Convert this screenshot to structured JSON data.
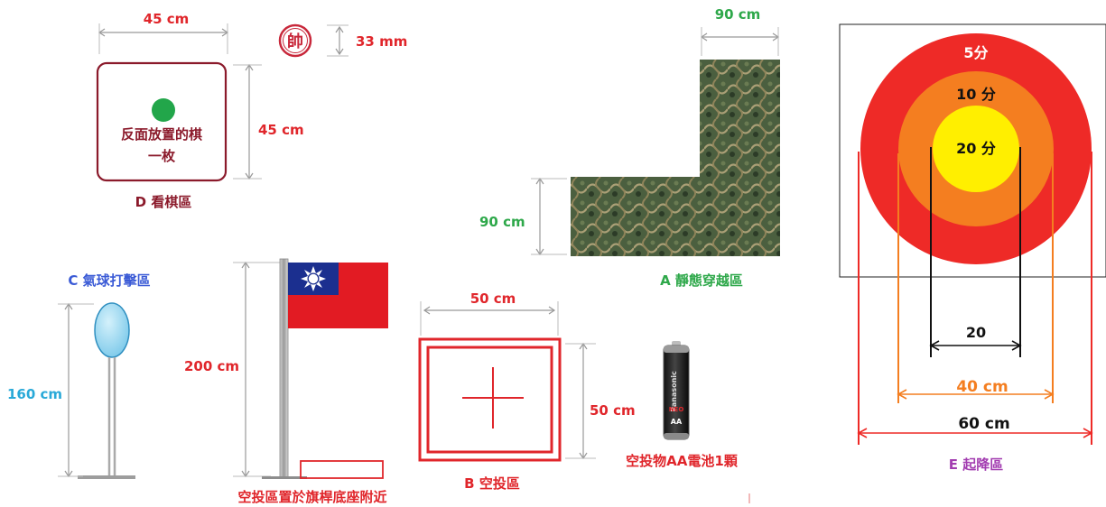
{
  "zone_d": {
    "width_label": "45 cm",
    "height_label": "45 cm",
    "seal_label": "33 mm",
    "seal_char": "帥",
    "inner_text_line1": "反面放置的棋",
    "inner_text_line2": "一枚",
    "caption": "D 看棋區",
    "color": "#8b1a2b",
    "dot_color": "#22a64a"
  },
  "zone_a": {
    "width_label": "90 cm",
    "height_label": "90 cm",
    "caption": "A 靜態穿越區",
    "color": "#2ea84a"
  },
  "zone_c": {
    "caption": "C 氣球打擊區",
    "height_label": "160 cm",
    "caption_color": "#3b5bd6",
    "height_color": "#29a9d8",
    "balloon_color": "#8fd3ef"
  },
  "flag_pole": {
    "height_label": "200 cm",
    "caption": "空投區置於旗桿底座附近",
    "color": "#e0262b"
  },
  "zone_b": {
    "width_label": "50 cm",
    "height_label": "50 cm",
    "caption": "B 空投區",
    "color": "#e0262b"
  },
  "battery": {
    "caption": "空投物AA電池1顆",
    "brand_text": "Panasonic",
    "sub_text": "NEO",
    "size_text": "AA"
  },
  "zone_e": {
    "score_outer": "5分",
    "score_middle": "10 分",
    "score_inner": "20 分",
    "dim_inner": "20",
    "dim_middle": "40  cm",
    "dim_outer": "60  cm",
    "caption": "E 起降區",
    "outer_color": "#ee2a27",
    "middle_color": "#f47e20",
    "inner_color": "#ffef00",
    "caption_color": "#a23cb0"
  }
}
